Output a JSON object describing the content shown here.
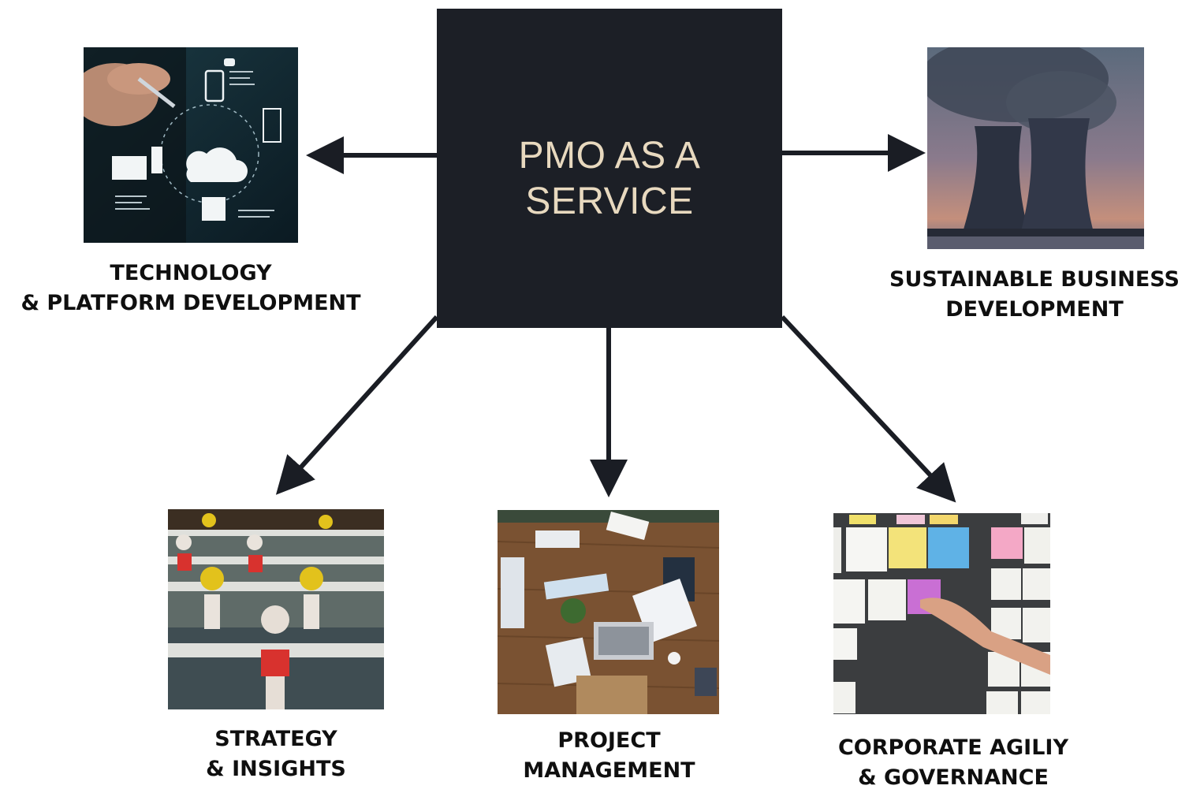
{
  "center": {
    "title": "PMO AS A SERVICE"
  },
  "services": [
    {
      "label": "TECHNOLOGY\n&  PLATFORM DEVELOPMENT",
      "image": "technology-photo"
    },
    {
      "label": "SUSTAINABLE BUSINESS\nDEVELOPMENT",
      "image": "cooling-towers-photo"
    },
    {
      "label": "STRATEGY\n& INSIGHTS",
      "image": "foosball-photo"
    },
    {
      "label": "PROJECT\nMANAGEMENT",
      "image": "meeting-table-photo"
    },
    {
      "label": "CORPORATE AGILIY\n& GOVERNANCE",
      "image": "sticky-notes-photo"
    }
  ],
  "colors": {
    "box": "#1c1f26",
    "box_text": "#e8d9bf",
    "arrow": "#1a1d24",
    "label": "#0f0f0f"
  }
}
